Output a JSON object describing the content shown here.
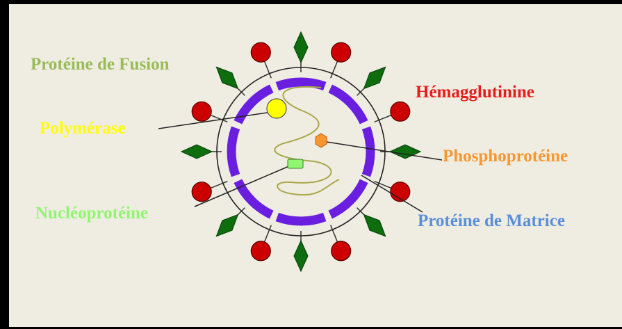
{
  "labels": {
    "fusion": "Protéine de Fusion",
    "hemagglutinin": "Hémagglutinine",
    "polymerase": "Polymérase",
    "phosphoprotein": "Phosphoprotéine",
    "nucleoprotein": "Nucléoprotéine",
    "matrix": "Protéine de Matrice"
  },
  "colors": {
    "background": "#efede2",
    "fusion": "#9bbb59",
    "hemagglutinin": "#e81c1c",
    "polymerase": "#ffff00",
    "phosphoprotein": "#f79633",
    "nucleoprotein": "#92f572",
    "matrix": "#5a8fd8",
    "matrix_protein": "#6a1fe0",
    "fusion_spike": "#0e6e0e",
    "ha_spike": "#cc0000"
  }
}
